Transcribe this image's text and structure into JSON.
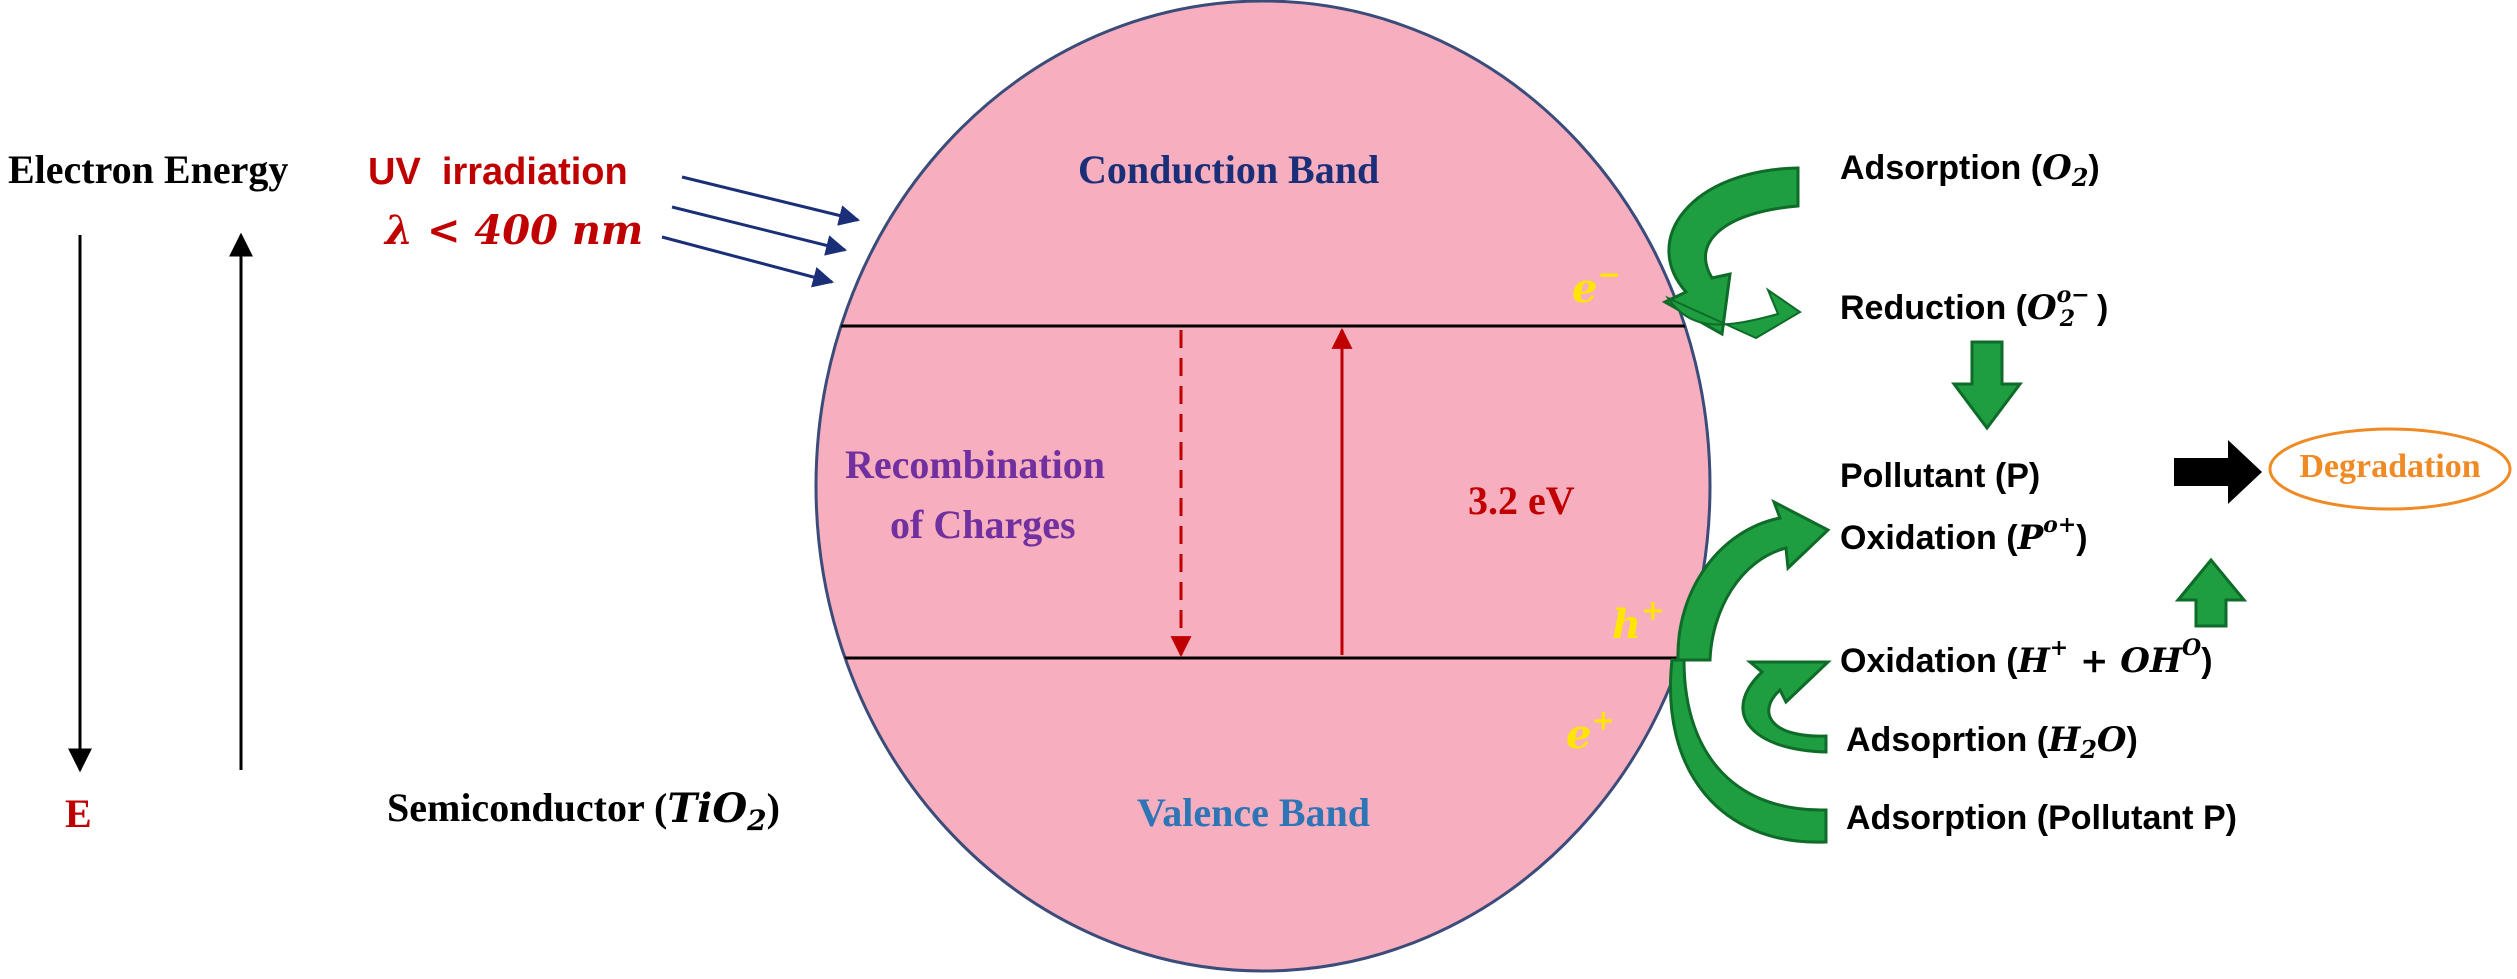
{
  "colors": {
    "circle_fill": "#F7AEBE",
    "circle_stroke": "#3B4C7A",
    "navy": "#1B2F78",
    "red": "#C00000",
    "purple": "#7030A0",
    "blue": "#2E75B6",
    "yellow": "#FFE600",
    "green": "#1E9E40",
    "green_dark": "#0E6B28",
    "orange": "#F08A24",
    "black": "#000000"
  },
  "left": {
    "electron_energy": "Electron Energy",
    "e_label": "E",
    "semiconductor_prefix": "Semiconductor (",
    "semiconductor_formula": "TiO",
    "semiconductor_sub": "2",
    "semiconductor_suffix": ")"
  },
  "uv": {
    "label": "UV  irradiation",
    "lambda": "λ < 400 nm"
  },
  "bands": {
    "conduction": "Conduction Band",
    "valence": "Valence Band",
    "recombination_line1": "Recombination",
    "recombination_line2": "of Charges",
    "gap": "3.2 eV"
  },
  "carriers": {
    "electron": "e",
    "electron_sup": "−",
    "hole": "h",
    "hole_sup": "+",
    "eplus": "e",
    "eplus_sup": "+"
  },
  "processes": {
    "adsorption_o2_prefix": "Adsorption (",
    "adsorption_o2_formula": "O",
    "adsorption_o2_sub": "2",
    "adsorption_o2_suffix": ")",
    "reduction_prefix": "Reduction (",
    "reduction_formula": "O",
    "reduction_sub": "2",
    "reduction_sup": "o−",
    "reduction_suffix": ")",
    "pollutant": "Pollutant (P)",
    "oxidation_p_prefix": "Oxidation (",
    "oxidation_p_formula": "P",
    "oxidation_p_sup": "o+",
    "oxidation_p_suffix": ")",
    "oxidation_h_prefix": "Oxidation (",
    "oxidation_h_formula1": "H",
    "oxidation_h_sup1": "+",
    "oxidation_h_mid": " + OH",
    "oxidation_h_sup2": "O",
    "oxidation_h_suffix": ")",
    "adsorption_h2o_prefix": "Adsoprtion (",
    "adsorption_h2o_formula1": "H",
    "adsorption_h2o_sub": "2",
    "adsorption_h2o_formula2": "O",
    "adsorption_h2o_suffix": ")",
    "adsorption_pollutant": "Adsorption (Pollutant P)",
    "degradation": "Degradation"
  }
}
